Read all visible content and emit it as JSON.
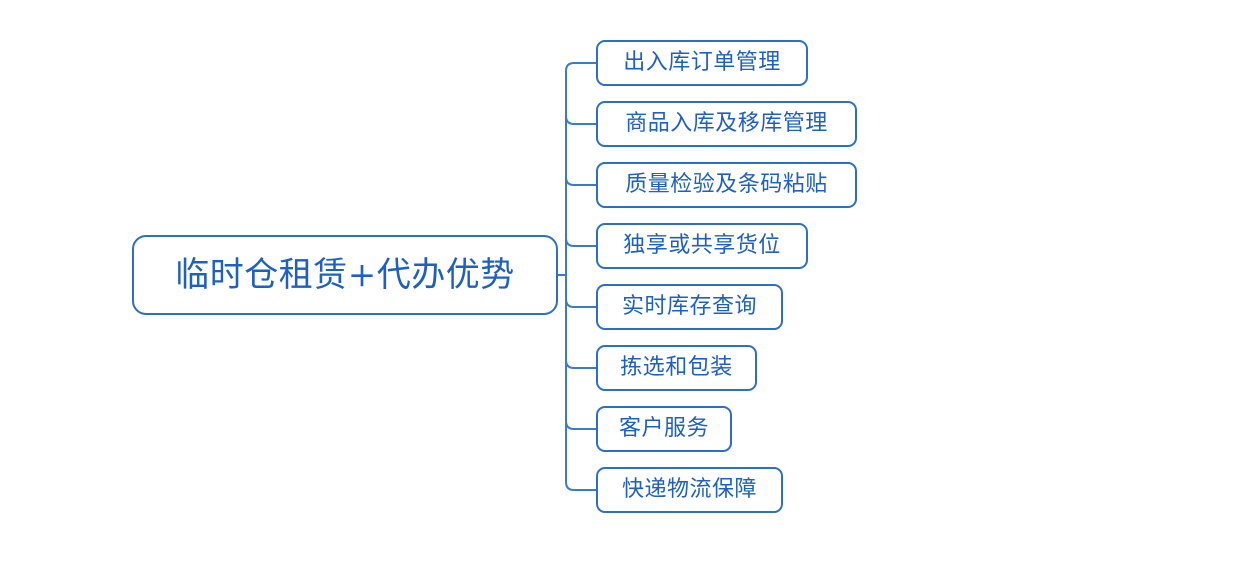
{
  "diagram": {
    "type": "mind-map",
    "orientation": "left-to-right",
    "background_color": "#FFFFFF",
    "node_border_color": "#2E6FC4",
    "node_text_color": "#1F5FC0",
    "connector_color": "#3A7CC8",
    "root": {
      "label": "临时仓租赁+代办优势"
    },
    "children": [
      {
        "label": "出入库订单管理"
      },
      {
        "label": "商品入库及移库管理"
      },
      {
        "label": "质量检验及条码粘贴"
      },
      {
        "label": "独享或共享货位"
      },
      {
        "label": "实时库存查询"
      },
      {
        "label": "拣选和包装"
      },
      {
        "label": "客户服务"
      },
      {
        "label": "快递物流保障"
      }
    ]
  }
}
